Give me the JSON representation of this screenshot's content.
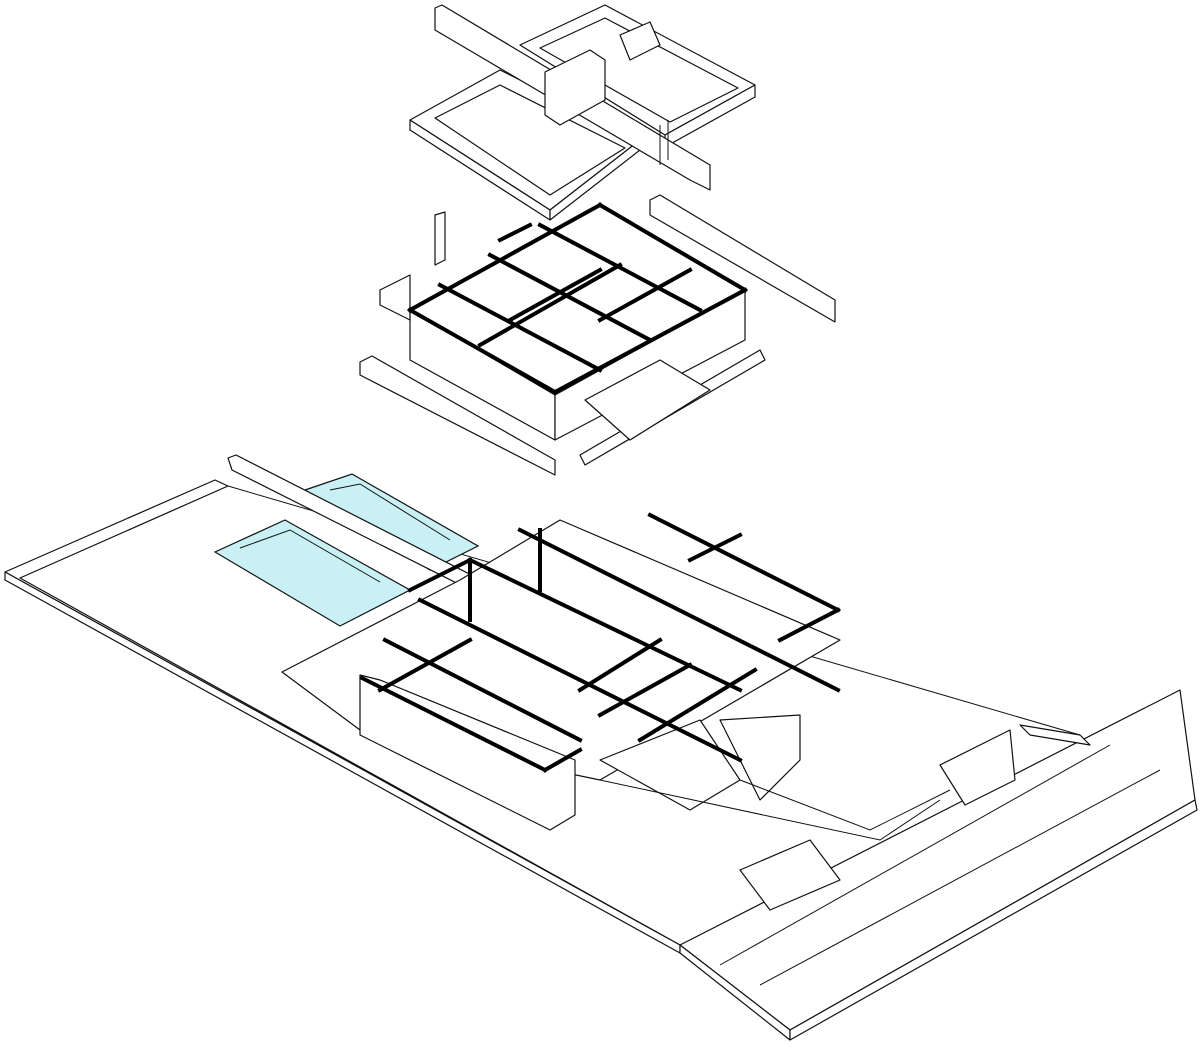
{
  "diagram": {
    "kind": "exploded axonometric building drawing",
    "levels": [
      "roof",
      "upper-floor",
      "ground-floor-and-site"
    ],
    "colors": {
      "line": "#111111",
      "background": "#ffffff",
      "pool_water": "#c9f0f4"
    }
  }
}
